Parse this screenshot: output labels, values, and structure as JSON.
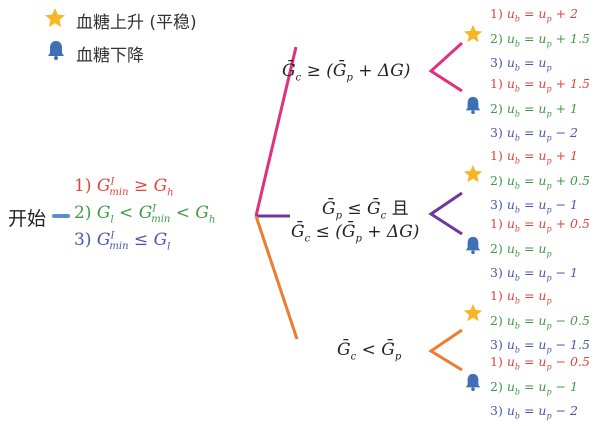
{
  "colors": {
    "red": "#e0443c",
    "green": "#3f9a45",
    "blue": "#4b55b0",
    "pink": "#e0317e",
    "purple": "#6b3a9a",
    "orange": "#ee7b2f",
    "start_dash": "#5b8fd0",
    "star": "#f7b626",
    "bell": "#3f6fb5"
  },
  "legend": {
    "up_icon": "star-icon",
    "up_label": "血糖上升 (平稳)",
    "down_icon": "bell-icon",
    "down_label": "血糖下降"
  },
  "start": {
    "label": "开始",
    "conditions": [
      "1) G_min^I ≥ G_h",
      "2) G_l < G_min^I < G_h",
      "3) G_min^I ≤ G_l"
    ]
  },
  "branches": [
    {
      "condition": "Ḡ_c ≥ (Ḡ_p + ΔG)",
      "up_rules": [
        "1) u_b = u_p + 2",
        "2) u_b = u_p + 1.5",
        "3) u_b = u_p"
      ],
      "down_rules": [
        "1) u_b = u_p + 1.5",
        "2) u_b = u_p + 1",
        "3) u_b = u_p − 2"
      ]
    },
    {
      "condition_line1": "Ḡ_p ≤ Ḡ_c 且",
      "condition_line2": "Ḡ_c ≤ (Ḡ_p + ΔG)",
      "up_rules": [
        "1) u_b = u_p + 1",
        "2) u_b = u_p + 0.5",
        "3) u_b = u_p − 1"
      ],
      "down_rules": [
        "1) u_b = u_p + 0.5",
        "2) u_b = u_p",
        "3) u_b = u_p − 1"
      ]
    },
    {
      "condition": "Ḡ_c < Ḡ_p",
      "up_rules": [
        "1) u_b = u_p",
        "2) u_b = u_p − 0.5",
        "3) u_b = u_p − 1.5"
      ],
      "down_rules": [
        "1) u_b = u_p − 0.5",
        "2) u_b = u_p − 1",
        "3) u_b = u_p − 2"
      ]
    }
  ]
}
